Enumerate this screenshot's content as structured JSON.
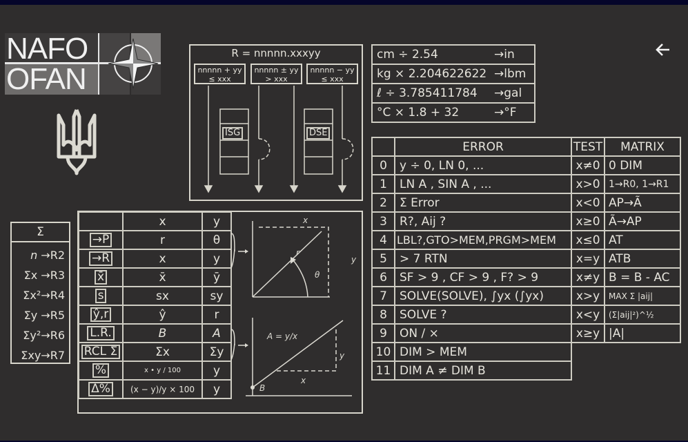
{
  "header": {
    "back_icon": "arrow-left-icon"
  },
  "logo": {
    "line1": "NAFO",
    "line2": "OFAN",
    "emblem": "nato-compass-icon",
    "crest": "ukraine-trident-icon"
  },
  "storage_diagram": {
    "title": "R = nnnnn.xxxyy",
    "cases": [
      {
        "line1": "nnnnn + yy",
        "line2": "≤ xxx"
      },
      {
        "line1": "nnnnn ± yy",
        "line2": "> xxx"
      },
      {
        "line1": "nnnnn − yy",
        "line2": "≤ xxx"
      }
    ],
    "keys": [
      "ISG",
      "DSE"
    ]
  },
  "conversions": [
    {
      "expr": "cm ÷ 2.54",
      "result": "→in"
    },
    {
      "expr": "kg × 2.204622622",
      "result": "→lbm"
    },
    {
      "expr": "ℓ ÷ 3.785411784",
      "result": "→gal"
    },
    {
      "expr": "°C × 1.8 + 32",
      "result": "→°F"
    }
  ],
  "error_table": {
    "headers": [
      "",
      "ERROR",
      "TEST",
      "MATRIX"
    ],
    "rows": [
      {
        "n": "0",
        "error": "y ÷ 0, LN 0, ...",
        "test": "x≠0",
        "matrix": "0 DIM"
      },
      {
        "n": "1",
        "error": "LN A , SIN A , ...",
        "test": "x>0",
        "matrix": "1→R0, 1→R1"
      },
      {
        "n": "2",
        "error": "Σ Error",
        "test": "x<0",
        "matrix": "AP→Ã"
      },
      {
        "n": "3",
        "error": "R?, Aij ?",
        "test": "x≥0",
        "matrix": "Ã→AP"
      },
      {
        "n": "4",
        "error": "LBL?,GTO>MEM,PRGM>MEM",
        "test": "x≤0",
        "matrix": "AT"
      },
      {
        "n": "5",
        "error": "> 7 RTN",
        "test": "x=y",
        "matrix": "ATB"
      },
      {
        "n": "6",
        "error": "SF > 9 , CF > 9 , F? > 9",
        "test": "x≠y",
        "matrix": "B = B - AC"
      },
      {
        "n": "7",
        "error": "SOLVE(SOLVE), ∫yx (∫yx)",
        "test": "x>y",
        "matrix": "MAX Σ |aij|"
      },
      {
        "n": "8",
        "error": "SOLVE ?",
        "test": "x<y",
        "matrix": "(Σ|aij|²)^½"
      },
      {
        "n": "9",
        "error": "ON / ×",
        "test": "x≥y",
        "matrix": "|A|"
      },
      {
        "n": "10",
        "error": "DIM > MEM"
      },
      {
        "n": "11",
        "error": "DIM A ≠ DIM B"
      }
    ]
  },
  "sigma_table": {
    "header": "Σ",
    "rows": [
      {
        "label": "n",
        "reg": "R2"
      },
      {
        "label": "Σx",
        "reg": "R3"
      },
      {
        "label": "Σx²",
        "reg": "R4"
      },
      {
        "label": "Σy",
        "reg": "R5"
      },
      {
        "label": "Σy²",
        "reg": "R6"
      },
      {
        "label": "Σxy",
        "reg": "R7"
      }
    ]
  },
  "stat_table": {
    "headers": [
      "",
      "x",
      "y"
    ],
    "rows": [
      {
        "key": "→P",
        "x": "r",
        "y": "θ"
      },
      {
        "key": "→R",
        "x": "x",
        "y": "y"
      },
      {
        "key": "x̄",
        "x": "x̄",
        "y": "ȳ"
      },
      {
        "key": "s",
        "x": "sx",
        "y": "sy"
      },
      {
        "key": "ŷ,r",
        "x": "ŷ",
        "y": "r"
      },
      {
        "key": "L.R.",
        "x": "B",
        "y": "A"
      },
      {
        "key": "RCL Σ",
        "x": "Σx",
        "y": "Σy"
      },
      {
        "key": "%",
        "x": "x • y / 100",
        "y": "y"
      },
      {
        "key": "Δ%",
        "x": "(x − y)/y × 100",
        "y": "y"
      }
    ]
  },
  "diagrams": {
    "polar": {
      "x": "x",
      "y": "y",
      "r": "r",
      "theta": "θ"
    },
    "linear": {
      "eq": "A = y/x",
      "x": "x",
      "y": "y",
      "b": "B"
    }
  }
}
